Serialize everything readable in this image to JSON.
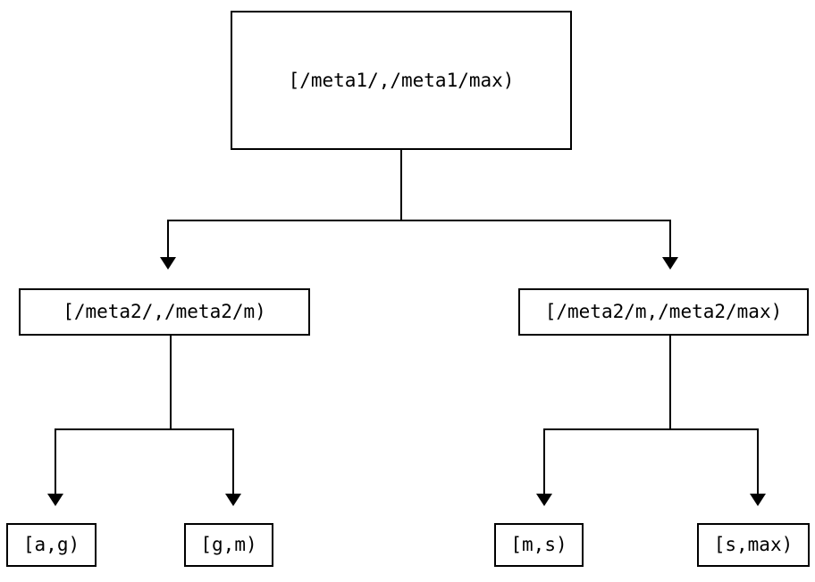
{
  "diagram": {
    "type": "tree",
    "title": "",
    "background_color": "#ffffff",
    "stroke_color": "#000000",
    "text_color": "#000000",
    "levels": 3,
    "nodes": {
      "root": {
        "label": "[/meta1/,/meta1/max)"
      },
      "level2": [
        {
          "label": "[/meta2/,/meta2/m)"
        },
        {
          "label": "[/meta2/m,/meta2/max)"
        }
      ],
      "leaves": [
        {
          "label": "[a,g)"
        },
        {
          "label": "[g,m)"
        },
        {
          "label": "[m,s)"
        },
        {
          "label": "[s,max)"
        }
      ]
    },
    "edges": [
      {
        "from": "root",
        "to": "level2.0",
        "arrow": "down-triangle"
      },
      {
        "from": "root",
        "to": "level2.1",
        "arrow": "down-triangle"
      },
      {
        "from": "level2.0",
        "to": "leaves.0",
        "arrow": "down-triangle"
      },
      {
        "from": "level2.0",
        "to": "leaves.1",
        "arrow": "down-triangle"
      },
      {
        "from": "level2.1",
        "to": "leaves.2",
        "arrow": "down-triangle"
      },
      {
        "from": "level2.1",
        "to": "leaves.3",
        "arrow": "down-triangle"
      }
    ]
  }
}
